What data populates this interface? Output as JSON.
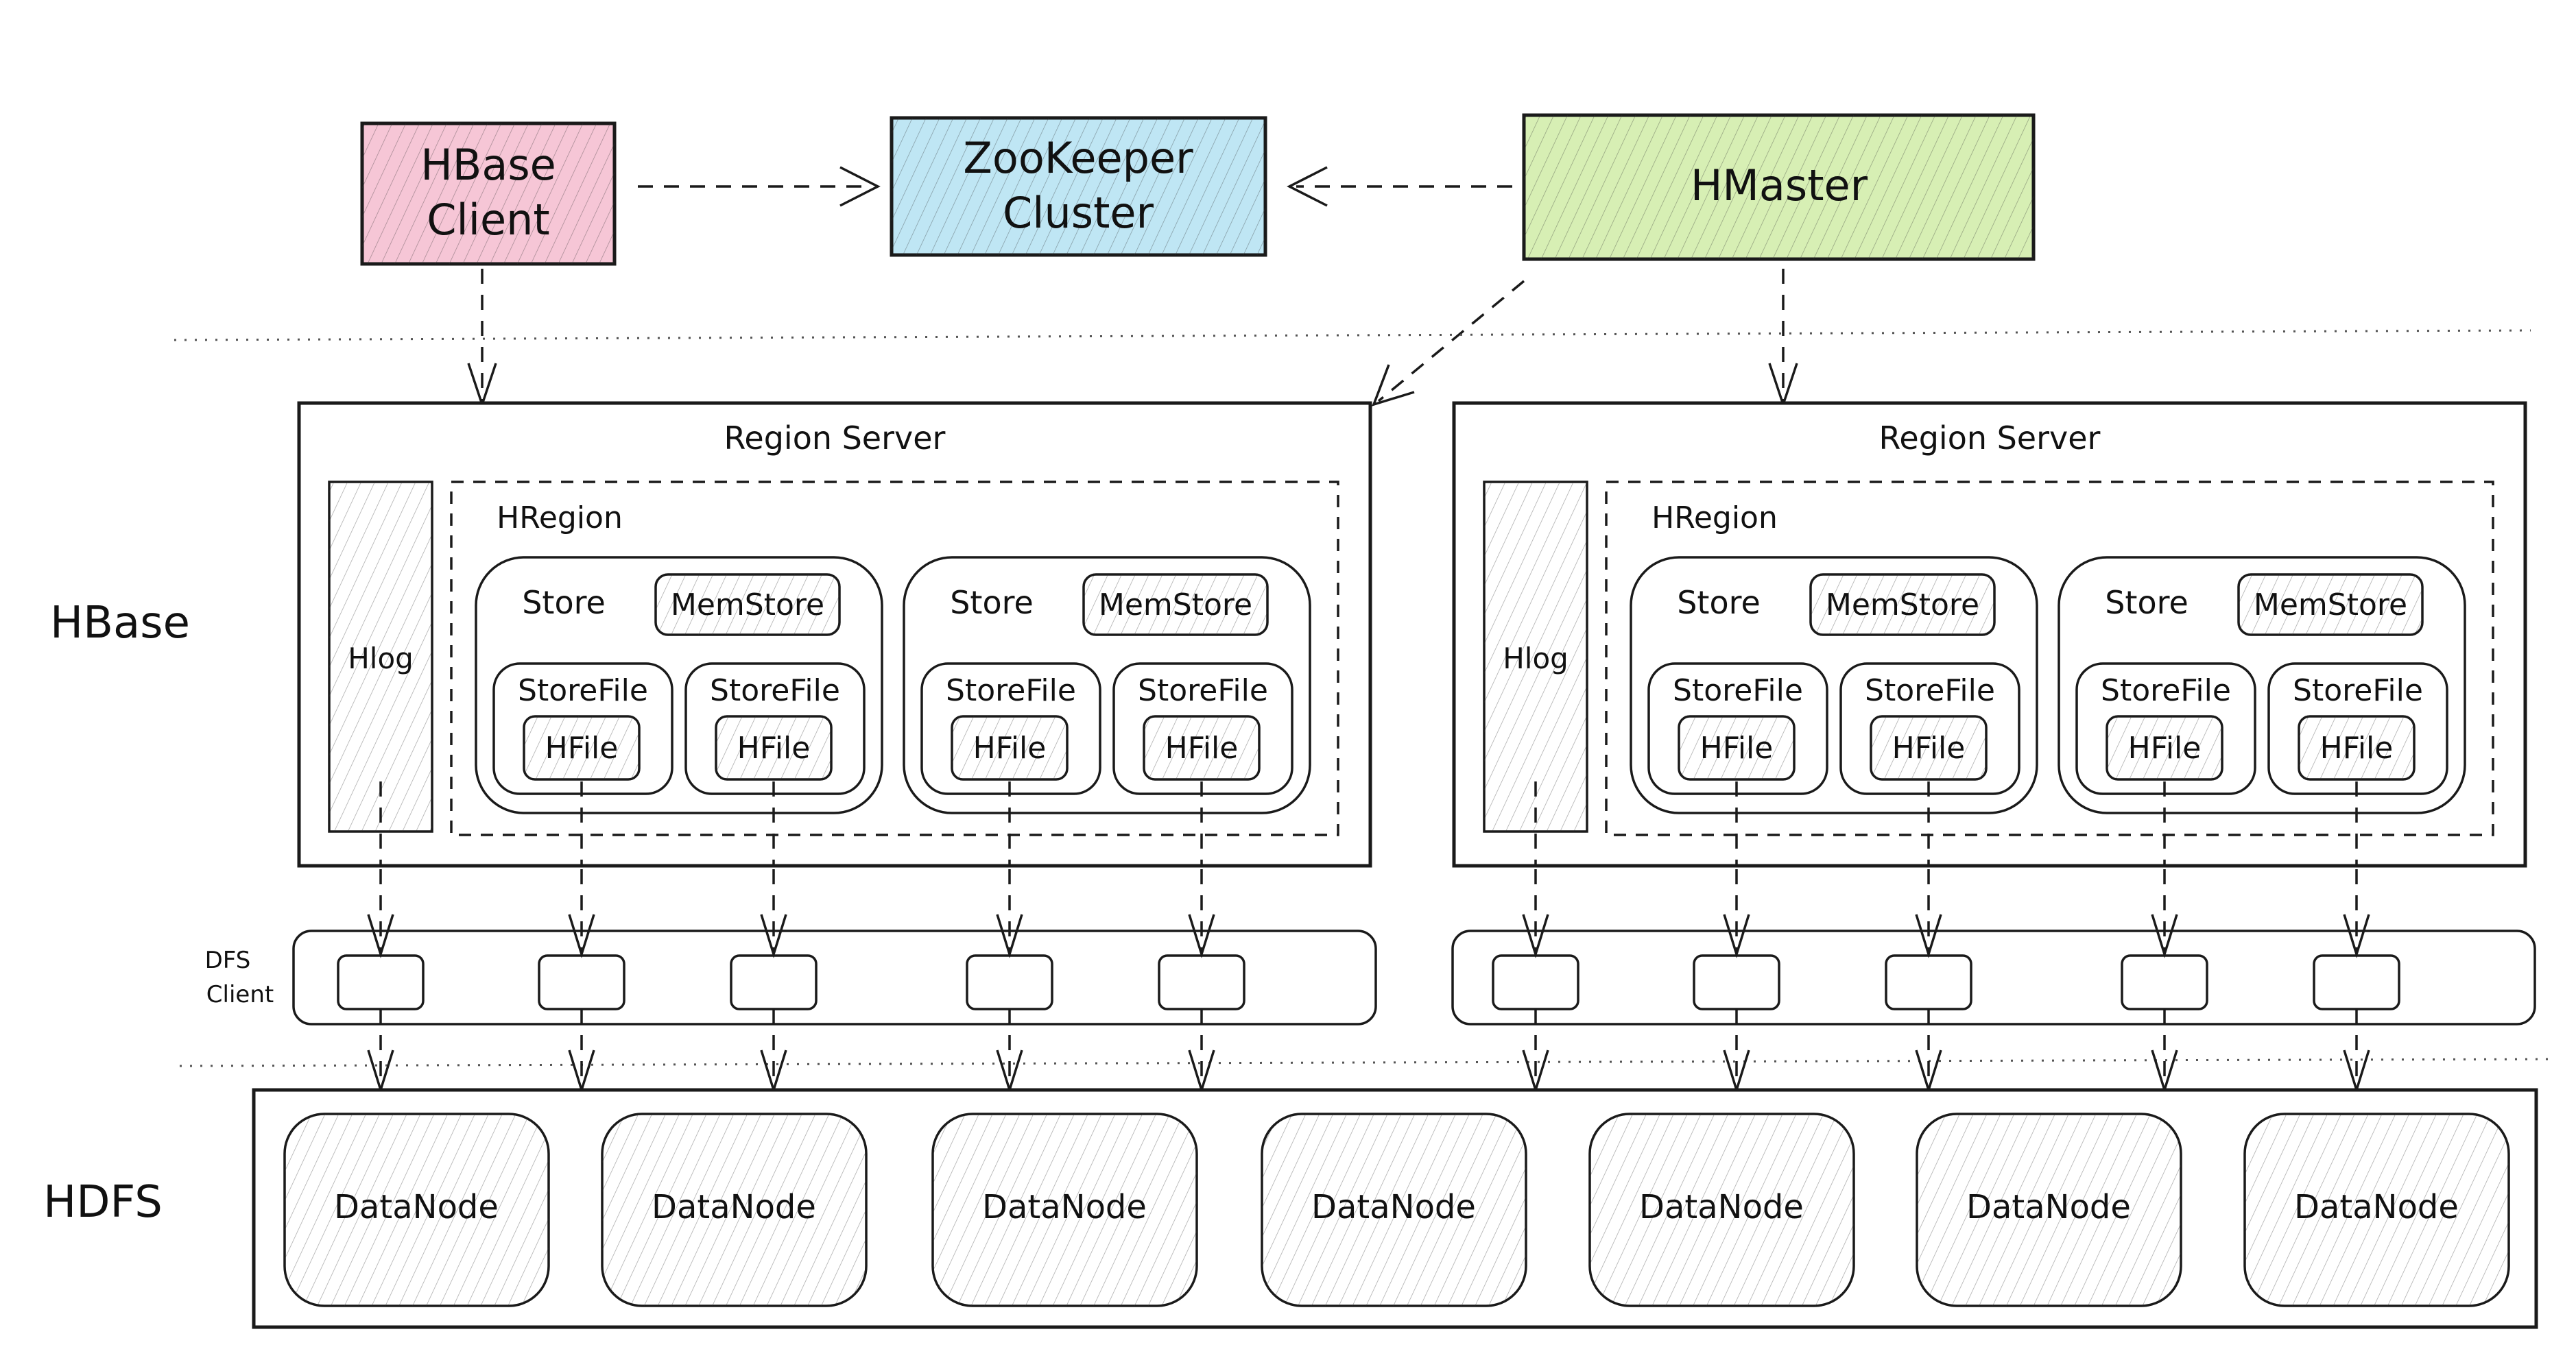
{
  "title": "HBase Architecture",
  "colors": {
    "client": "#f6c6d6",
    "zookeeper": "#bfe6f4",
    "hmaster": "#d7efb4",
    "hlog": "#e8b8ec",
    "memstore": "#cfdcf6",
    "hfile": "#f7d9b6",
    "datanode": "#e4e4e4",
    "stroke": "#1a1a1a"
  },
  "top": {
    "client": {
      "line1": "HBase",
      "line2": "Client"
    },
    "zookeeper": {
      "line1": "ZooKeeper",
      "line2": "Cluster"
    },
    "hmaster": {
      "label": "HMaster"
    }
  },
  "layers": {
    "hbase": "HBase",
    "hdfs": "HDFS",
    "dfs_client": {
      "line1": "DFS",
      "line2": "Client"
    }
  },
  "region_servers": [
    {
      "title": "Region Server",
      "hlog": "Hlog",
      "hregion": "HRegion",
      "stores": [
        {
          "label": "Store",
          "memstore": "MemStore",
          "storefiles": [
            {
              "label": "StoreFile",
              "hfile": "HFile"
            },
            {
              "label": "StoreFile",
              "hfile": "HFile"
            }
          ]
        },
        {
          "label": "Store",
          "memstore": "MemStore",
          "storefiles": [
            {
              "label": "StoreFile",
              "hfile": "HFile"
            },
            {
              "label": "StoreFile",
              "hfile": "HFile"
            }
          ]
        }
      ]
    },
    {
      "title": "Region Server",
      "hlog": "Hlog",
      "hregion": "HRegion",
      "stores": [
        {
          "label": "Store",
          "memstore": "MemStore",
          "storefiles": [
            {
              "label": "StoreFile",
              "hfile": "HFile"
            },
            {
              "label": "StoreFile",
              "hfile": "HFile"
            }
          ]
        },
        {
          "label": "Store",
          "memstore": "MemStore",
          "storefiles": [
            {
              "label": "StoreFile",
              "hfile": "HFile"
            },
            {
              "label": "StoreFile",
              "hfile": "HFile"
            }
          ]
        }
      ]
    }
  ],
  "dfs_client_slots_per_server": 5,
  "datanodes": [
    "DataNode",
    "DataNode",
    "DataNode",
    "DataNode",
    "DataNode",
    "DataNode",
    "DataNode"
  ]
}
